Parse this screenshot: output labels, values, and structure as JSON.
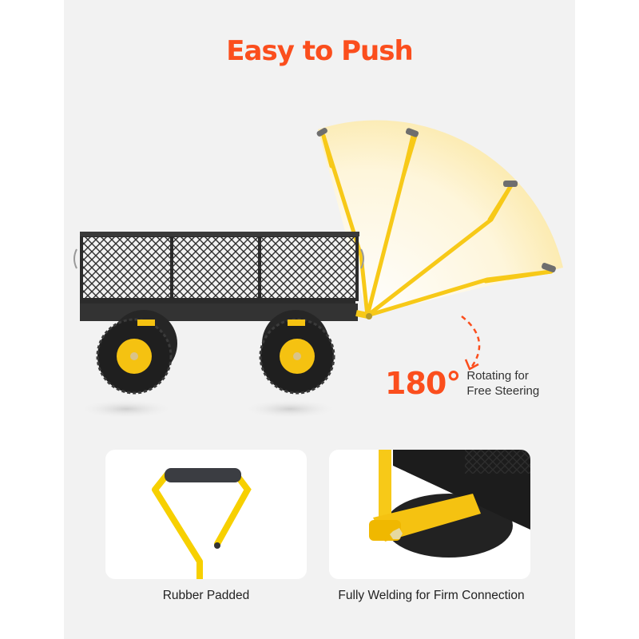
{
  "title": "Easy to Push",
  "callout": {
    "value": "180°",
    "line1": "Rotating for",
    "line2": "Free Steering"
  },
  "features": [
    {
      "caption": "Rubber Padded",
      "image": "padded-handle-grip"
    },
    {
      "caption": "Fully Welding for Firm Connection",
      "image": "welded-handle-joint"
    }
  ],
  "colors": {
    "accent": "#fb4e1d",
    "background": "#f2f2f2",
    "frame_yellow": "#f7c918",
    "cart_black": "#2b2b2b"
  }
}
